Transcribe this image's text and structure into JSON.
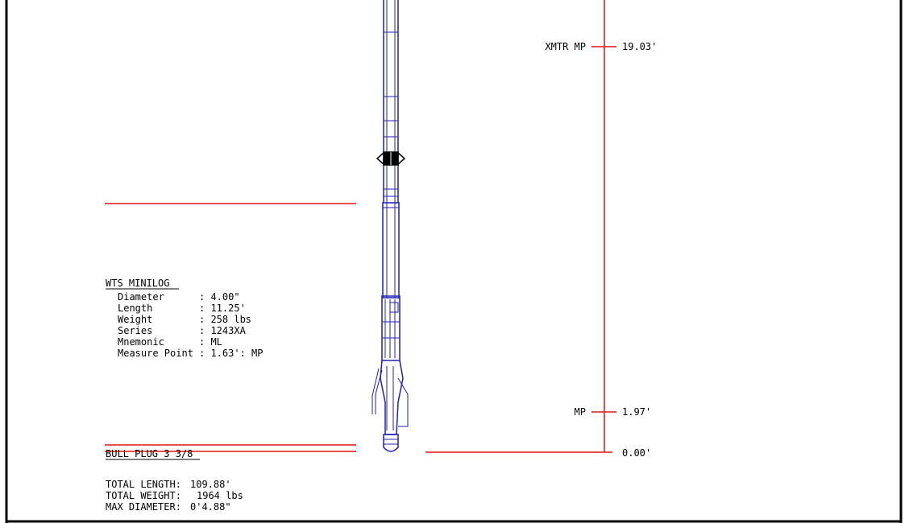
{
  "colors": {
    "tool_stroke": "#1f1fb8",
    "marker_line": "#e01515",
    "text": "#000000",
    "frame": "#000000"
  },
  "measure_points": [
    {
      "label": "XMTR MP",
      "value": "19.03'"
    },
    {
      "label": "MP",
      "value": "1.97'"
    },
    {
      "label": "",
      "value": "0.00'"
    }
  ],
  "tool_spec": {
    "title": "WTS MINILOG",
    "rows": [
      {
        "key": "Diameter",
        "value": ": 4.00\""
      },
      {
        "key": "Length",
        "value": ": 11.25'"
      },
      {
        "key": "Weight",
        "value": ": 258 lbs"
      },
      {
        "key": "Series",
        "value": ": 1243XA"
      },
      {
        "key": "Mnemonic",
        "value": ": ML"
      },
      {
        "key": "Measure Point",
        "value": ": 1.63': MP"
      }
    ]
  },
  "bottom_component": {
    "label": "BULL PLUG 3 3/8"
  },
  "totals": {
    "length_label": "TOTAL LENGTH:",
    "length_value": "109.88'",
    "weight_label": "TOTAL WEIGHT:",
    "weight_value": "1964 lbs",
    "diameter_label": "MAX DIAMETER:",
    "diameter_value": "0'4.88\""
  }
}
